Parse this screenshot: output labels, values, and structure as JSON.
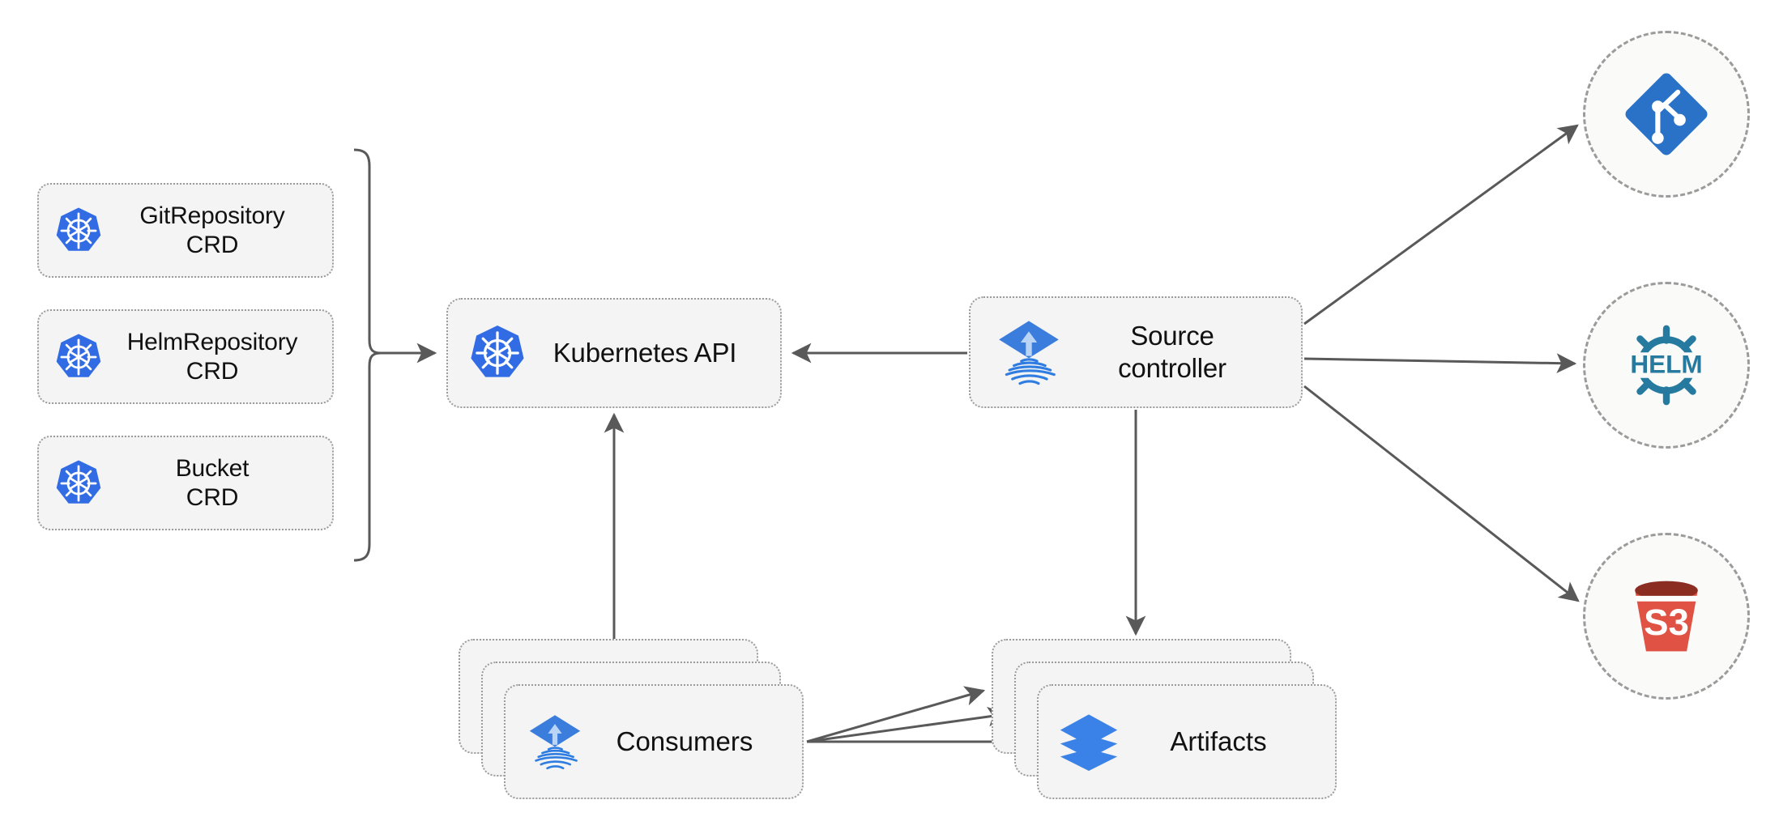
{
  "diagram": {
    "title": "Flux source-controller architecture",
    "background": "#ffffff",
    "accent_blue": "#326ce5",
    "flux_blue": "#3b7ddd",
    "helm_teal": "#277a9f",
    "s3_red": "#e05243",
    "s3_red_dark": "#8c2d22",
    "box_fill": "#f4f4f4",
    "box_border": "#9b9b9b",
    "edge_color": "#595959"
  },
  "crds": [
    {
      "label": "GitRepository\nCRD",
      "icon": "kubernetes-icon"
    },
    {
      "label": "HelmRepository\nCRD",
      "icon": "kubernetes-icon"
    },
    {
      "label": "Bucket\nCRD",
      "icon": "kubernetes-icon"
    }
  ],
  "nodes": {
    "kubernetes_api": {
      "label": "Kubernetes API",
      "icon": "kubernetes-icon"
    },
    "source_controller": {
      "label": "Source\ncontroller",
      "icon": "flux-icon"
    },
    "consumers": {
      "label": "Consumers",
      "icon": "flux-icon",
      "stack_count": 3
    },
    "artifacts": {
      "label": "Artifacts",
      "icon": "layers-icon",
      "stack_count": 3
    }
  },
  "external": [
    {
      "name": "git",
      "icon": "git-icon",
      "label": ""
    },
    {
      "name": "helm",
      "icon": "helm-icon",
      "label": "HELM"
    },
    {
      "name": "s3",
      "icon": "s3-icon",
      "label": "S3"
    }
  ],
  "edges": [
    {
      "from": "crd-bracket",
      "to": "kubernetes-api",
      "style": "solid",
      "arrow": "end"
    },
    {
      "from": "source-controller",
      "to": "kubernetes-api",
      "style": "solid",
      "arrow": "end"
    },
    {
      "from": "source-controller",
      "to": "git-circle",
      "style": "solid",
      "arrow": "end"
    },
    {
      "from": "source-controller",
      "to": "helm-circle",
      "style": "solid",
      "arrow": "end"
    },
    {
      "from": "source-controller",
      "to": "s3-circle",
      "style": "solid",
      "arrow": "end"
    },
    {
      "from": "source-controller",
      "to": "artifacts",
      "style": "solid",
      "arrow": "end"
    },
    {
      "from": "consumers",
      "to": "kubernetes-api",
      "style": "solid",
      "arrow": "end"
    },
    {
      "from": "consumers",
      "to": "artifacts-card-1",
      "style": "solid",
      "arrow": "end"
    },
    {
      "from": "consumers",
      "to": "artifacts-card-2",
      "style": "solid",
      "arrow": "end"
    },
    {
      "from": "consumers",
      "to": "artifacts-card-3",
      "style": "solid",
      "arrow": "end"
    }
  ]
}
